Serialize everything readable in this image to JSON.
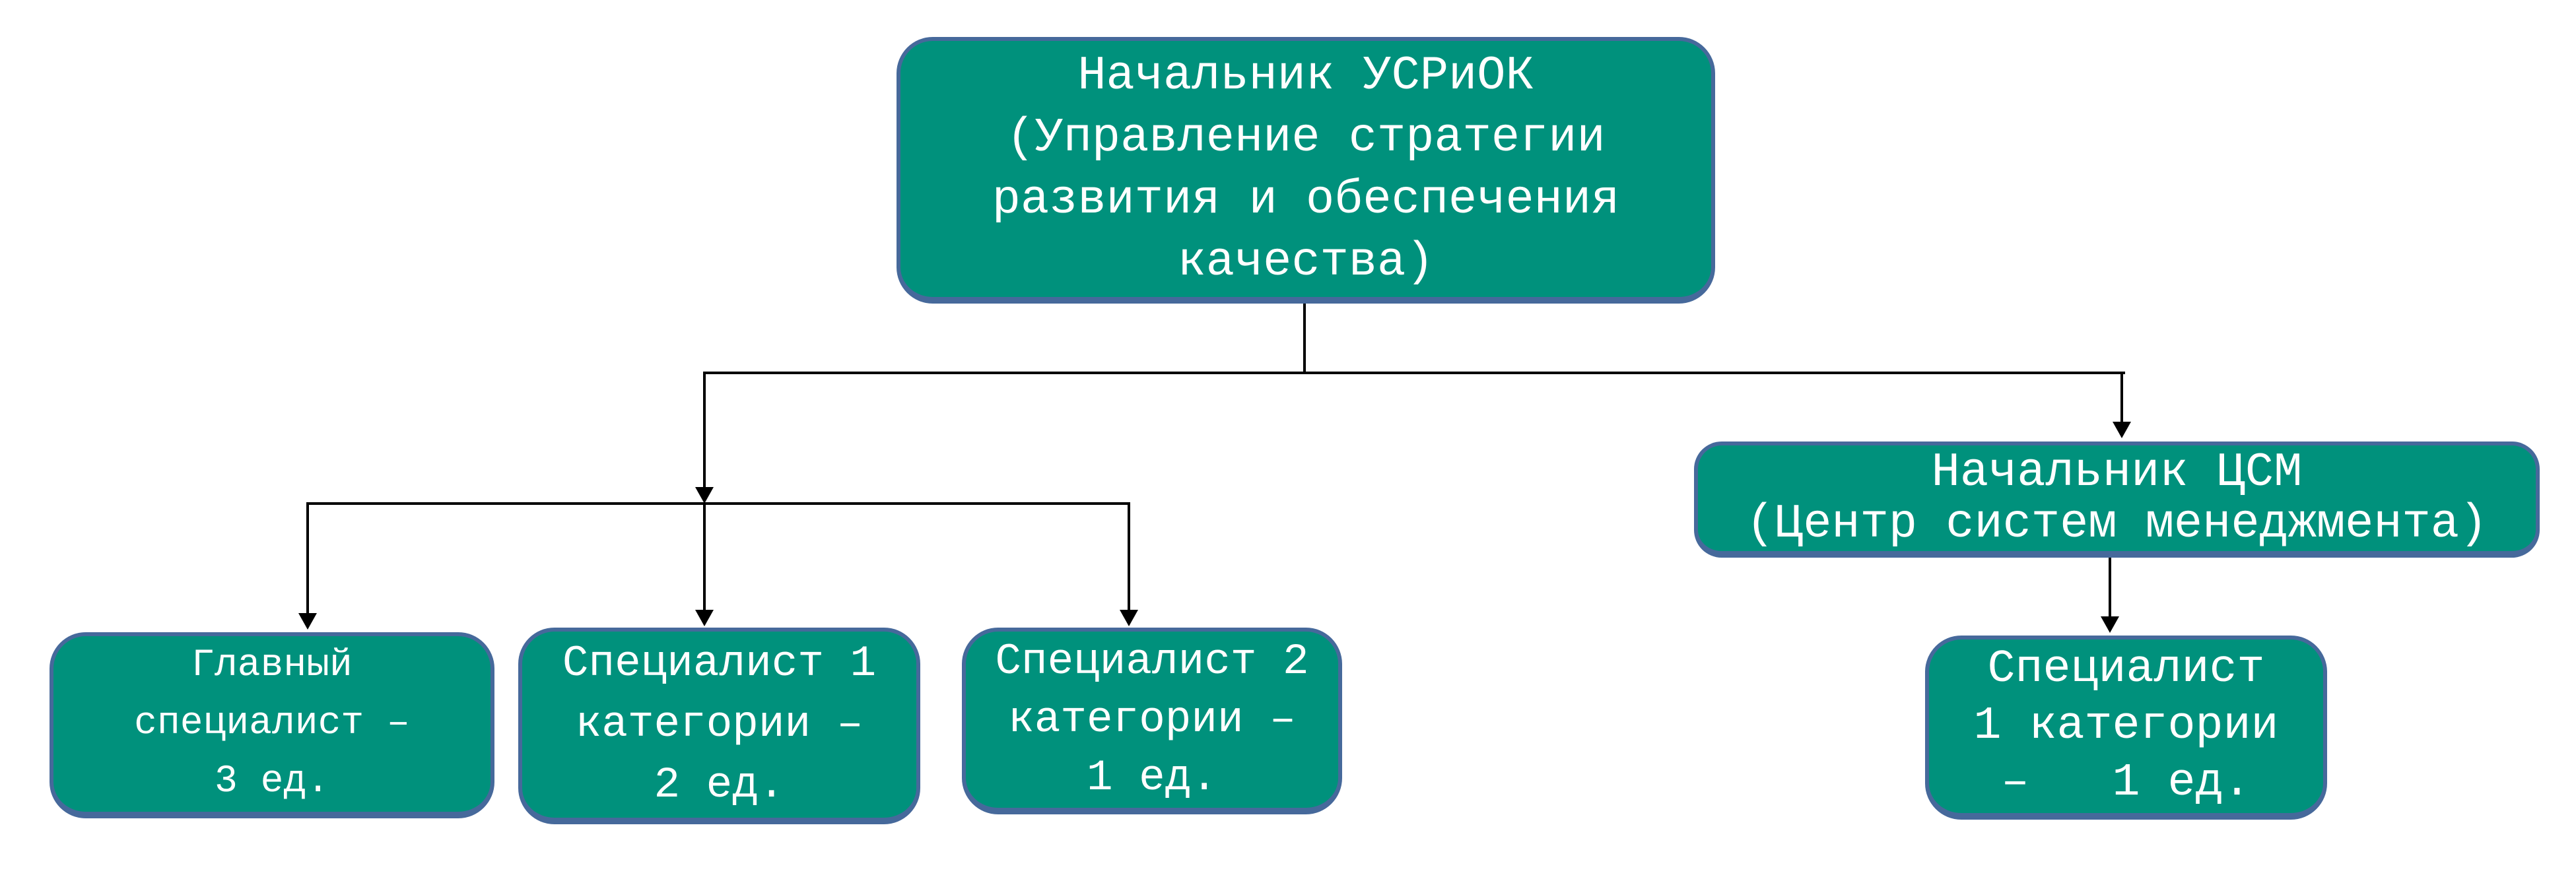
{
  "colors": {
    "box_fill": "#00917C",
    "box_border": "#46699B",
    "box_text": "#FFFFFF",
    "connector": "#000000",
    "background": "#FFFFFF"
  },
  "org_chart": {
    "type": "organization-chart",
    "nodes": [
      {
        "id": "usriok-head",
        "lines": [
          "Начальник УСРиОК",
          "(Управление стратегии",
          "развития и обеспечения",
          "качества)"
        ],
        "full_label": "Начальник УСРиОК (Управление стратегии развития и обеспечения качества)"
      },
      {
        "id": "csm-head",
        "lines": [
          "Начальник ЦСМ",
          "(Центр систем менеджмента)"
        ],
        "full_label": "Начальник ЦСМ (Центр систем менеджмента)"
      },
      {
        "id": "chief-specialist",
        "lines": [
          "Главный",
          "специалист –",
          "3 ед."
        ],
        "full_label": "Главный специалист – 3 ед.",
        "headcount": 3
      },
      {
        "id": "specialist-cat1",
        "lines": [
          "Специалист 1",
          "категории –",
          "2 ед."
        ],
        "full_label": "Специалист 1 категории – 2 ед.",
        "headcount": 2
      },
      {
        "id": "specialist-cat2",
        "lines": [
          "Специалист 2",
          "категории –",
          "1 ед."
        ],
        "full_label": "Специалист 2 категории – 1 ед.",
        "headcount": 1
      },
      {
        "id": "csm-specialist-cat1",
        "lines": [
          "Специалист",
          "1 категории",
          "–   1 ед."
        ],
        "full_label": "Специалист 1 категории – 1 ед.",
        "headcount": 1
      }
    ],
    "edges": [
      {
        "from": "usriok-head",
        "to": "chief-specialist"
      },
      {
        "from": "usriok-head",
        "to": "specialist-cat1"
      },
      {
        "from": "usriok-head",
        "to": "specialist-cat2"
      },
      {
        "from": "usriok-head",
        "to": "csm-head"
      },
      {
        "from": "csm-head",
        "to": "csm-specialist-cat1"
      }
    ]
  }
}
